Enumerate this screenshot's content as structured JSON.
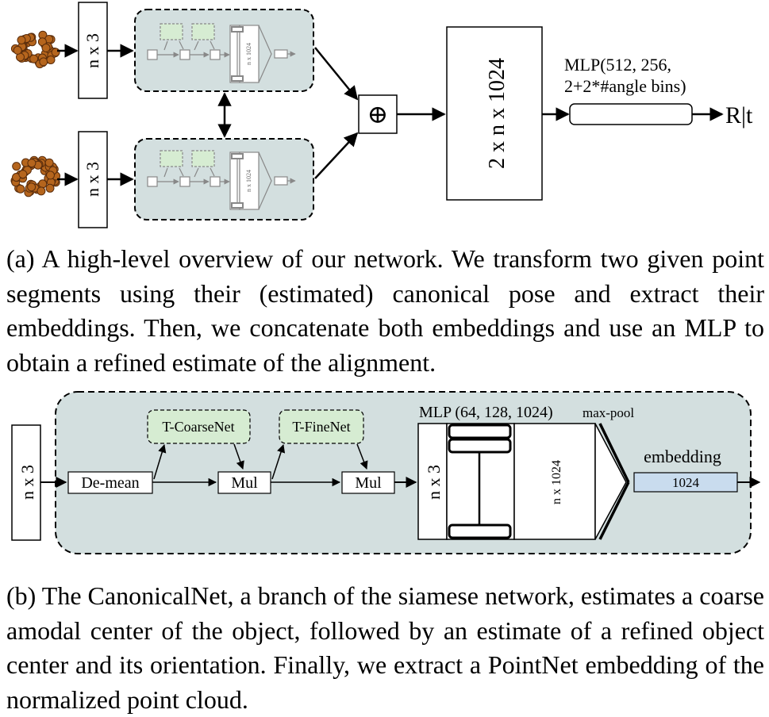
{
  "figure_a": {
    "input_top_label": "n x 3",
    "input_bottom_label": "n x 3",
    "branch_pointnet_label": "n x 1024",
    "concat_symbol": "⊕",
    "embedding_box_label": "2 x n x 1024",
    "mlp_label_line1": "MLP(512, 256,",
    "mlp_label_line2": "2+2*#angle bins)",
    "output_label": "R|t",
    "caption": "(a) A high-level overview of our network. We transform two given point segments using their (estimated) canonical pose and extract their embeddings. Then, we concatenate both embeddings and use an MLP to obtain a refined estimate of the alignment."
  },
  "figure_b": {
    "input_label": "n x 3",
    "demean_label": "De-mean",
    "coarse_net_label": "T-CoarseNet",
    "mul1_label": "Mul",
    "fine_net_label": "T-FineNet",
    "mul2_label": "Mul",
    "mlp_label": "MLP (64, 128, 1024)",
    "maxpool_label": "max-pool",
    "mlp_input_label": "n x 3",
    "mlp_output_label": "n x 1024",
    "embedding_label": "embedding",
    "embedding_value": "1024",
    "caption": "(b) The CanonicalNet, a branch of the siamese network, estimates a coarse amodal center of the object, followed by an estimate of a refined object center and its orientation. Finally, we extract a PointNet embedding of the normalized point cloud."
  },
  "colors": {
    "panel_fill": "#d3dfdf",
    "net_box_fill": "#d6ecd2",
    "embedding_fill": "#c9dcee",
    "point_fill": "#b5651d",
    "point_stroke": "#5a2d0c"
  }
}
